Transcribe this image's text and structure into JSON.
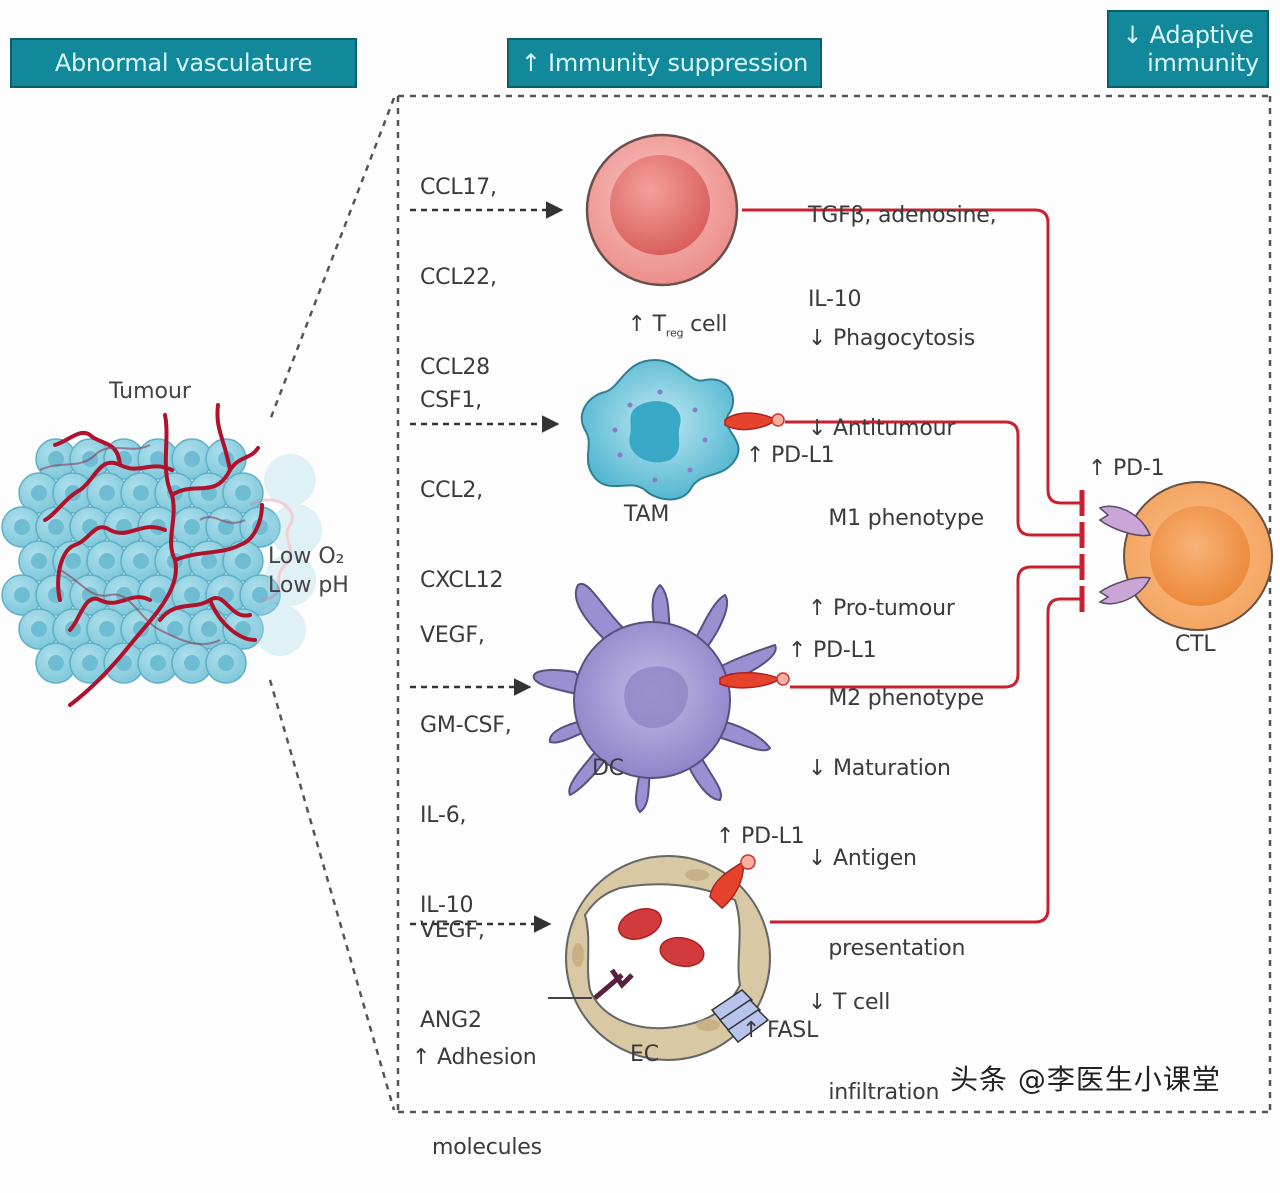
{
  "headers": {
    "abnormal_vasculature": "Abnormal vasculature",
    "immunity_suppression": "↑ Immunity suppression",
    "adaptive_immunity_line1": "↓ Adaptive",
    "adaptive_immunity_line2": "immunity"
  },
  "tumour": {
    "label": "Tumour",
    "condition_line1": "Low O₂",
    "condition_line2": "Low pH",
    "colors": {
      "cells": "#8fd0e0",
      "vessels": "#b0112b"
    }
  },
  "treg": {
    "inputs": [
      "CCL17,",
      "CCL22,",
      "CCL28"
    ],
    "cell_label_prefix": "↑ T",
    "cell_label_sub": "reg",
    "cell_label_suffix": " cell",
    "effects": [
      "TGFβ, adenosine,",
      "IL-10"
    ],
    "color": "#f19a97"
  },
  "tam": {
    "inputs": [
      "CSF1,",
      "CCL2,",
      "CXCL12"
    ],
    "cell_label": "TAM",
    "ligand_label": "↑ PD-L1",
    "effects": [
      "↓ Phagocytosis",
      "↓ Antitumour",
      "   M1 phenotype",
      "↑ Pro-tumour",
      "   M2 phenotype"
    ],
    "color": "#4fb6d0"
  },
  "dc": {
    "inputs": [
      "VEGF,",
      "GM-CSF,",
      "IL-6,",
      "IL-10"
    ],
    "cell_label": "DC",
    "ligand_label": "↑ PD-L1",
    "effects": [
      "↓ Maturation",
      "↓ Antigen",
      "   presentation"
    ],
    "color": "#9a8fd0"
  },
  "ec": {
    "inputs": [
      "VEGF,",
      "ANG2"
    ],
    "cell_label": "EC",
    "ligand_label": "↑ PD-L1",
    "adhesion_line1": "↑ Adhesion",
    "adhesion_line2": "molecules",
    "fasl_label": "↑ FASL",
    "effects": [
      "↓ T cell",
      "   infiltration"
    ],
    "color": "#d8c8a4"
  },
  "ctl": {
    "receptor_label": "↑ PD-1",
    "cell_label": "CTL",
    "color": "#f6a25a"
  },
  "colors": {
    "header_bg": "#12899a",
    "header_text": "#d8f6fb",
    "inhibition_line": "#c8202f",
    "pdl1": "#e5432b",
    "pd1": "#c9a6d6"
  },
  "watermark": "头条 @李医生小课堂"
}
